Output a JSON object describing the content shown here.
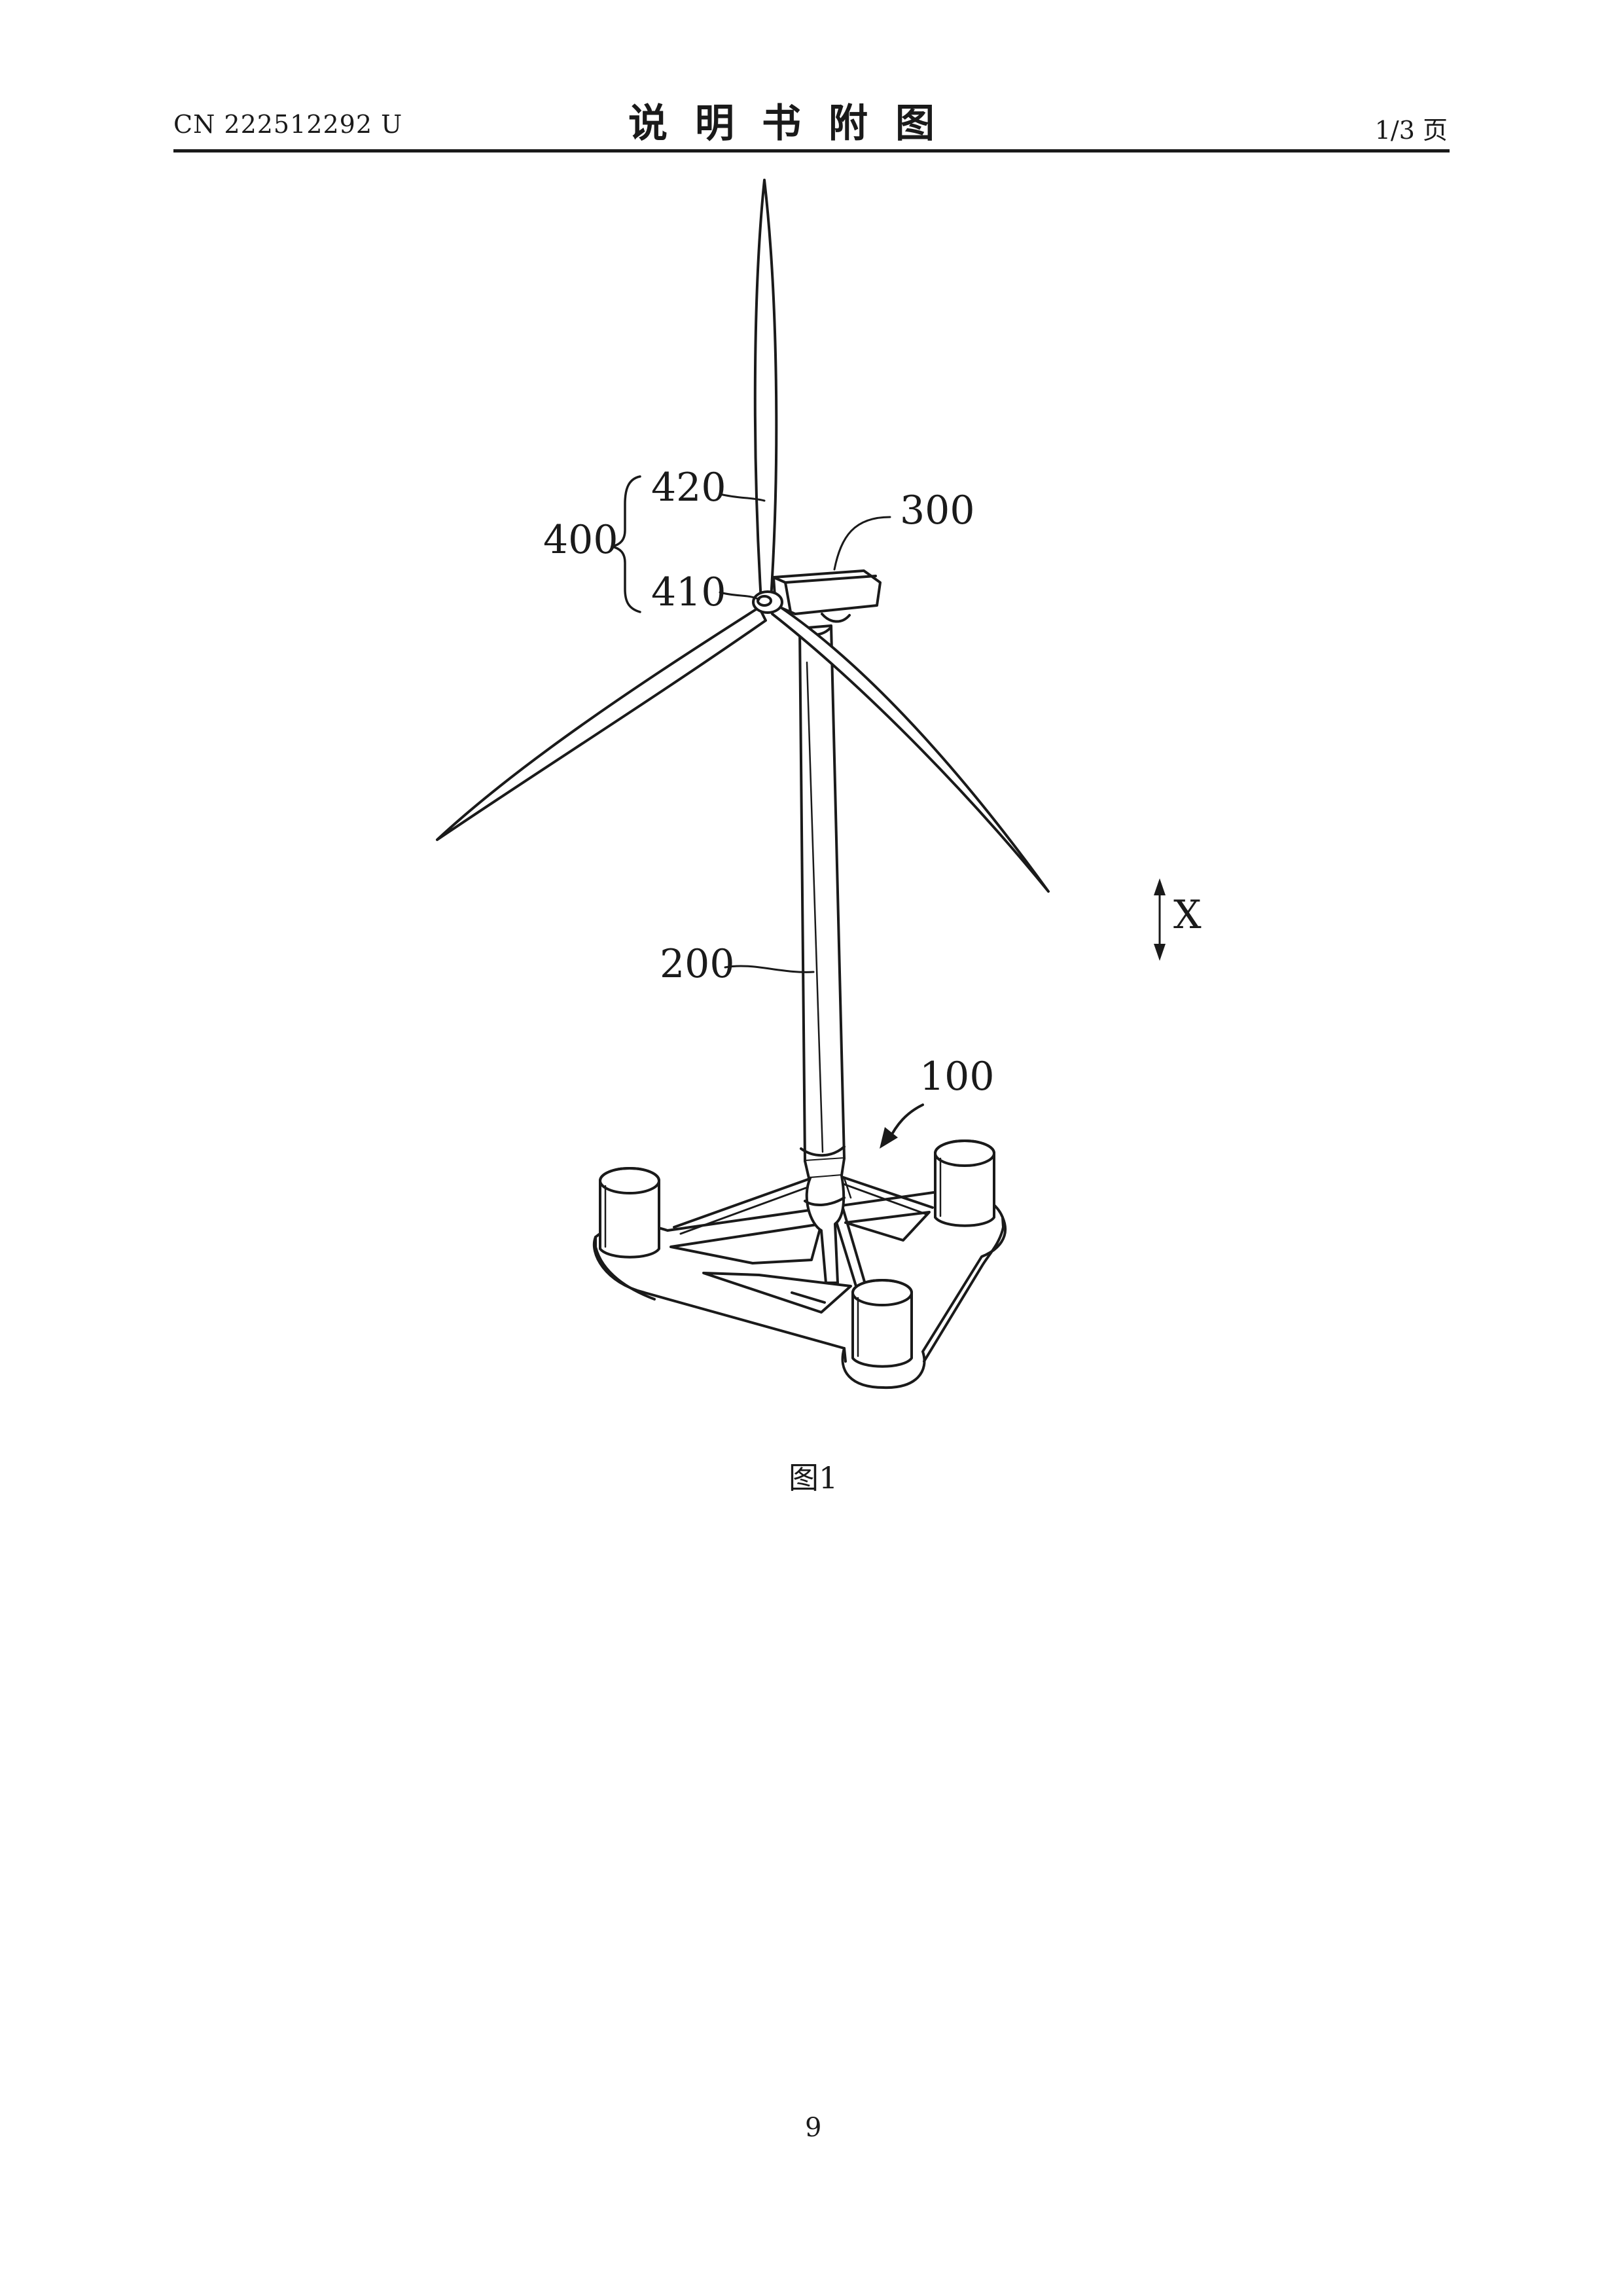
{
  "header": {
    "doc_number": "CN 222512292 U",
    "title": "说明书附图",
    "page_of": "1/3 页"
  },
  "figure": {
    "labels": {
      "blade": "420",
      "rotor": "400",
      "hub": "410",
      "nacelle": "300",
      "direction": "X",
      "tower": "200",
      "platform": "100"
    },
    "caption": "图1"
  },
  "footer": {
    "page_number": "9"
  }
}
